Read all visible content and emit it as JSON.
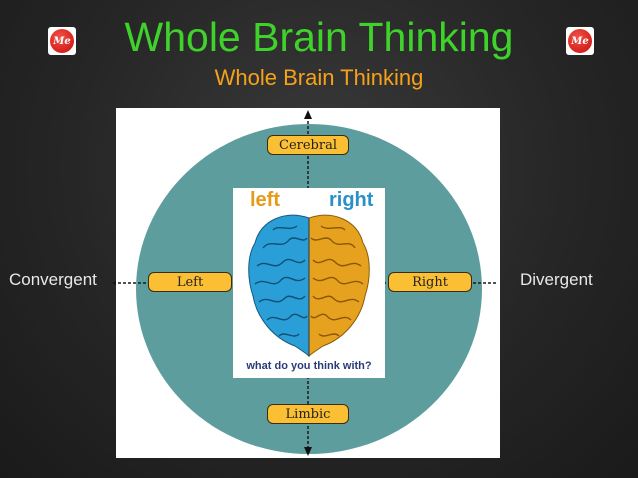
{
  "header": {
    "title": "Whole Brain Thinking",
    "subtitle": "Whole Brain Thinking",
    "logo_text": "Me"
  },
  "diagram": {
    "top_label": "Cerebral",
    "bottom_label": "Limbic",
    "left_label": "Left",
    "right_label": "Right",
    "outer_left": "Convergent",
    "outer_right": "Divergent",
    "brain_left": "left",
    "brain_right": "right",
    "brain_question": "what do you think with?"
  },
  "colors": {
    "title": "#3fd22b",
    "subtitle": "#f5a21b",
    "circle": "#5e9d9e",
    "tag": "#fbbf33",
    "brain_left_hemisphere": "#2a9ed6",
    "brain_right_hemisphere": "#e6a21f"
  }
}
